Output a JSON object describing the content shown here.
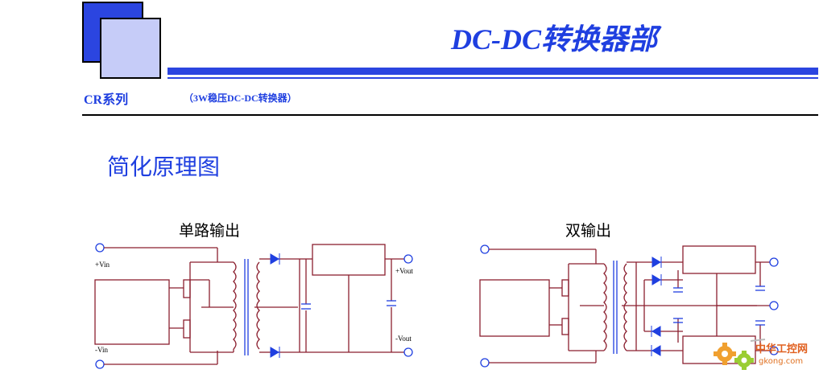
{
  "header": {
    "title": "DC-DC转换器部",
    "series": "CR系列",
    "subtitle": "（3W稳压DC-DC转换器）"
  },
  "section_title": "简化原理图",
  "diagrams": [
    {
      "label": "单路输出",
      "terminals": [
        "+Vin",
        "-Vin",
        "+Vout",
        "-Vout"
      ]
    },
    {
      "label": "双输出"
    }
  ],
  "watermark": {
    "text": "中华工控网",
    "url_text": "gkong.com"
  },
  "colors": {
    "brand_blue": "#2b45e0",
    "light_blue": "#c6ccf8",
    "wire": "#8b1f2f",
    "diode": "#1f3fe0"
  }
}
